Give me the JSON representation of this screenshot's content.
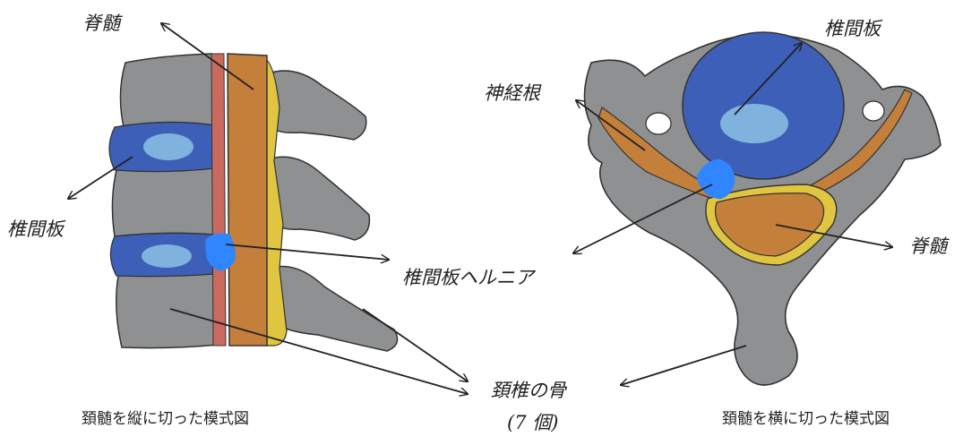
{
  "labels": {
    "spinal_cord_top": "脊髄",
    "disc_side": "椎間板",
    "disc_top": "椎間板",
    "nerve_root": "神経根",
    "herniation": "椎間板ヘルニア",
    "spinal_cord_cross": "脊髄",
    "cervical_bone": "頚椎の骨",
    "count": "(7 個)"
  },
  "captions": {
    "sagittal": "頚髄を縦に切った模式図",
    "axial": "頚髄を横に切った模式図"
  },
  "colors": {
    "bone": "#8e9092",
    "disc": "#3d5fb8",
    "disc_core": "#7fb2dd",
    "spinal_cord": "#c47f3b",
    "nerve_line": "#e0c640",
    "vessel": "#c96a5e",
    "herniation": "#2f86ff",
    "ink": "#222222"
  }
}
